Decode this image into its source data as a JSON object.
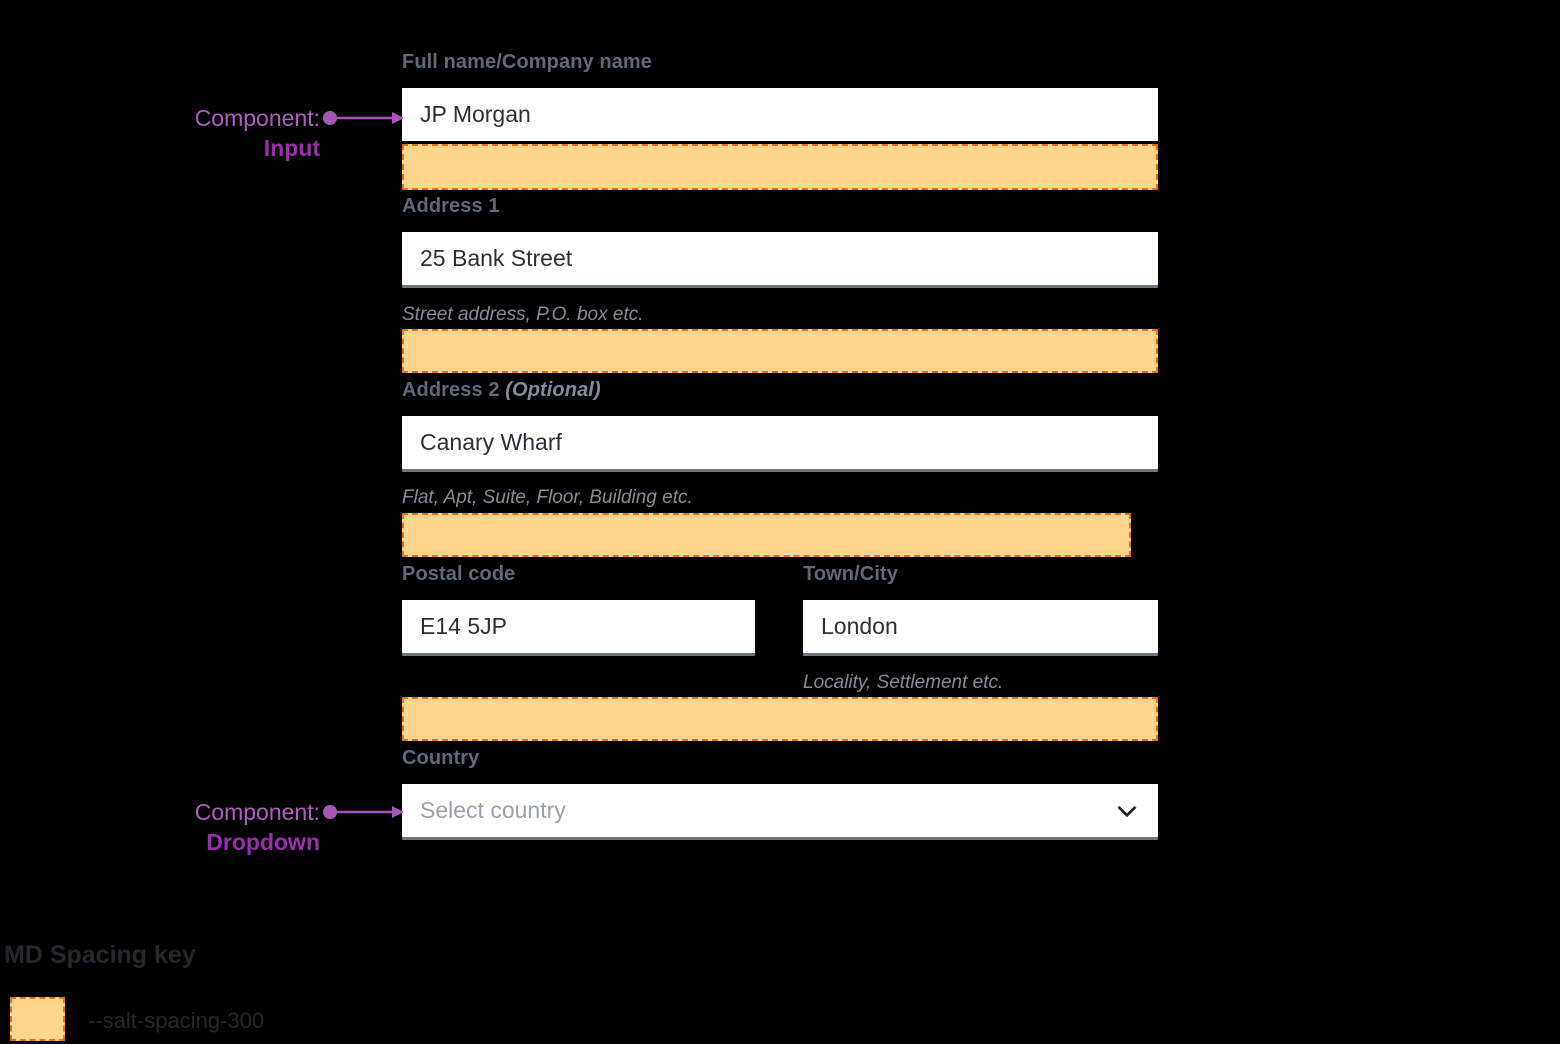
{
  "colors": {
    "spacing_block_fill": "#FDD68E",
    "spacing_block_border": "#E2701E",
    "annotation_light": "#B05FC0",
    "annotation_bold": "#9B2FAE",
    "label_text": "#61687A",
    "helper_text": "#868C9B",
    "input_background": "#FFFFFF",
    "input_underline": "#707686",
    "page_background": "#000000"
  },
  "form": {
    "fields": [
      {
        "id": "full-name",
        "label": "Full name/Company name",
        "optional_suffix": "",
        "value": "JP Morgan",
        "placeholder": "",
        "helper": "",
        "type": "input"
      },
      {
        "id": "address-1",
        "label": "Address 1",
        "optional_suffix": "",
        "value": "25 Bank Street",
        "placeholder": "",
        "helper": "Street address, P.O. box etc.",
        "type": "input"
      },
      {
        "id": "address-2",
        "label": "Address 2",
        "optional_suffix": "(Optional)",
        "value": "Canary Wharf",
        "placeholder": "",
        "helper": "Flat, Apt, Suite, Floor, Building etc.",
        "type": "input"
      },
      {
        "id": "postal-code",
        "label": "Postal code",
        "optional_suffix": "",
        "value": "E14 5JP",
        "placeholder": "",
        "helper": "",
        "type": "input"
      },
      {
        "id": "town-city",
        "label": "Town/City",
        "optional_suffix": "",
        "value": "London",
        "placeholder": "",
        "helper": "Locality, Settlement etc.",
        "type": "input"
      },
      {
        "id": "country",
        "label": "Country",
        "optional_suffix": "",
        "value": "",
        "placeholder": "Select country",
        "helper": "",
        "type": "dropdown",
        "icon": "chevron-down-icon"
      }
    ]
  },
  "annotations": [
    {
      "id": "input-annotation",
      "prefix": "Component:",
      "name": "Input"
    },
    {
      "id": "dropdown-annotation",
      "prefix": "Component:",
      "name": "Dropdown"
    }
  ],
  "spacing_key": {
    "title": "MD Spacing key",
    "entries": [
      {
        "token": "--salt-spacing-300",
        "color": "#FDD68E"
      }
    ]
  }
}
